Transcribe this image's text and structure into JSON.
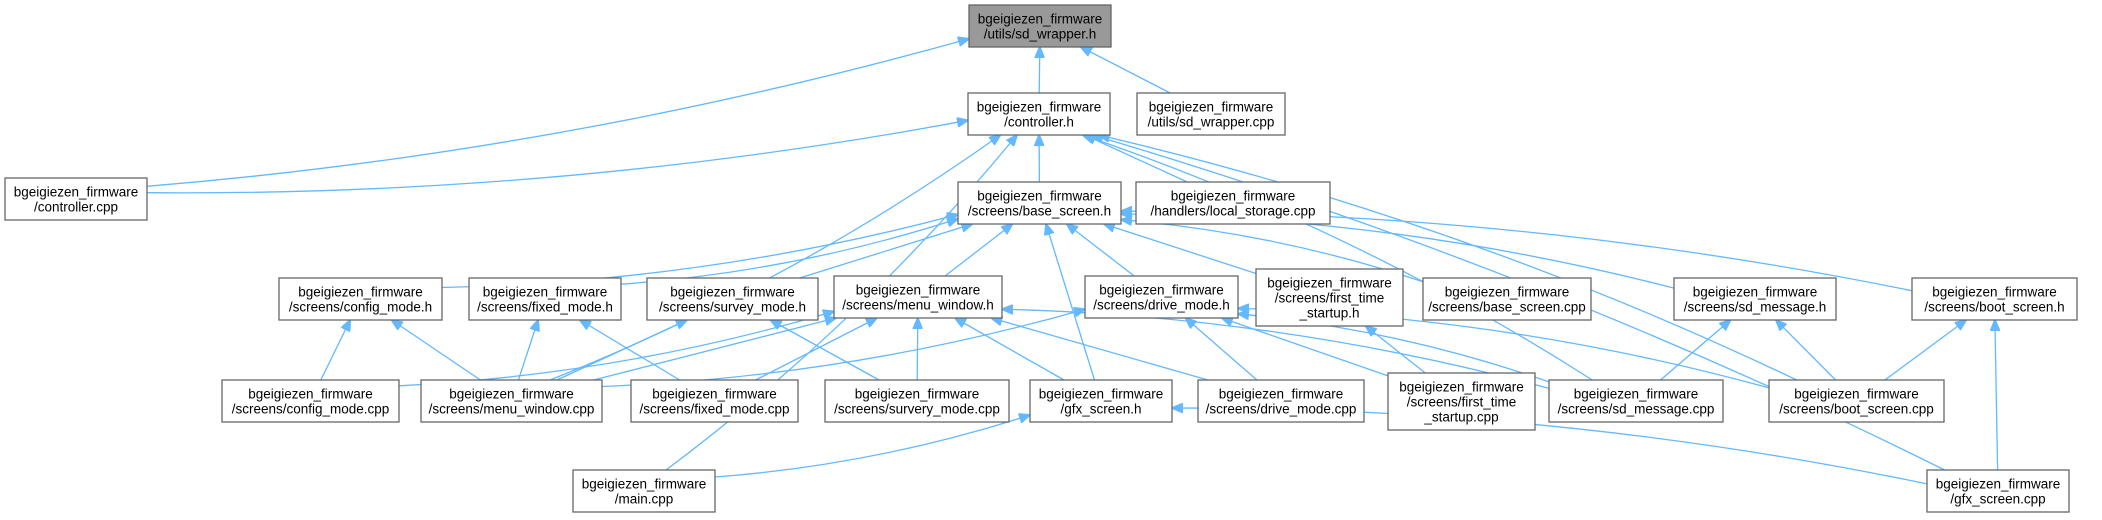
{
  "diagram": {
    "title": "",
    "style": {
      "edge_color": "#63b8ff",
      "node_border": "#666666",
      "node_fill": "#ffffff",
      "current_fill": "#999999"
    },
    "nodes": [
      {
        "id": "sd_wrapper_h",
        "lines": [
          "bgeigiezen_firmware",
          "/utils/sd_wrapper.h"
        ],
        "current": true
      },
      {
        "id": "controller_h",
        "lines": [
          "bgeigiezen_firmware",
          "/controller.h"
        ]
      },
      {
        "id": "sd_wrapper_cpp",
        "lines": [
          "bgeigiezen_firmware",
          "/utils/sd_wrapper.cpp"
        ]
      },
      {
        "id": "controller_cpp",
        "lines": [
          "bgeigiezen_firmware",
          "/controller.cpp"
        ]
      },
      {
        "id": "base_screen_h",
        "lines": [
          "bgeigiezen_firmware",
          "/screens/base_screen.h"
        ]
      },
      {
        "id": "local_storage_cpp",
        "lines": [
          "bgeigiezen_firmware",
          "/handlers/local_storage.cpp"
        ]
      },
      {
        "id": "config_mode_h",
        "lines": [
          "bgeigiezen_firmware",
          "/screens/config_mode.h"
        ]
      },
      {
        "id": "fixed_mode_h",
        "lines": [
          "bgeigiezen_firmware",
          "/screens/fixed_mode.h"
        ]
      },
      {
        "id": "survey_mode_h",
        "lines": [
          "bgeigiezen_firmware",
          "/screens/survey_mode.h"
        ]
      },
      {
        "id": "menu_window_h",
        "lines": [
          "bgeigiezen_firmware",
          "/screens/menu_window.h"
        ]
      },
      {
        "id": "drive_mode_h",
        "lines": [
          "bgeigiezen_firmware",
          "/screens/drive_mode.h"
        ]
      },
      {
        "id": "first_time_startup_h",
        "lines": [
          "bgeigiezen_firmware",
          "/screens/first_time",
          "_startup.h"
        ]
      },
      {
        "id": "base_screen_cpp",
        "lines": [
          "bgeigiezen_firmware",
          "/screens/base_screen.cpp"
        ]
      },
      {
        "id": "sd_message_h",
        "lines": [
          "bgeigiezen_firmware",
          "/screens/sd_message.h"
        ]
      },
      {
        "id": "boot_screen_h",
        "lines": [
          "bgeigiezen_firmware",
          "/screens/boot_screen.h"
        ]
      },
      {
        "id": "config_mode_cpp",
        "lines": [
          "bgeigiezen_firmware",
          "/screens/config_mode.cpp"
        ]
      },
      {
        "id": "menu_window_cpp",
        "lines": [
          "bgeigiezen_firmware",
          "/screens/menu_window.cpp"
        ]
      },
      {
        "id": "fixed_mode_cpp",
        "lines": [
          "bgeigiezen_firmware",
          "/screens/fixed_mode.cpp"
        ]
      },
      {
        "id": "survery_mode_cpp",
        "lines": [
          "bgeigiezen_firmware",
          "/screens/survery_mode.cpp"
        ]
      },
      {
        "id": "gfx_screen_h",
        "lines": [
          "bgeigiezen_firmware",
          "/gfx_screen.h"
        ]
      },
      {
        "id": "drive_mode_cpp",
        "lines": [
          "bgeigiezen_firmware",
          "/screens/drive_mode.cpp"
        ]
      },
      {
        "id": "first_time_startup_cpp",
        "lines": [
          "bgeigiezen_firmware",
          "/screens/first_time",
          "_startup.cpp"
        ]
      },
      {
        "id": "sd_message_cpp",
        "lines": [
          "bgeigiezen_firmware",
          "/screens/sd_message.cpp"
        ]
      },
      {
        "id": "boot_screen_cpp",
        "lines": [
          "bgeigiezen_firmware",
          "/screens/boot_screen.cpp"
        ]
      },
      {
        "id": "main_cpp",
        "lines": [
          "bgeigiezen_firmware",
          "/main.cpp"
        ]
      },
      {
        "id": "gfx_screen_cpp",
        "lines": [
          "bgeigiezen_firmware",
          "/gfx_screen.cpp"
        ]
      }
    ],
    "edges": [
      {
        "from": "controller_h",
        "to": "sd_wrapper_h"
      },
      {
        "from": "sd_wrapper_cpp",
        "to": "sd_wrapper_h"
      },
      {
        "from": "controller_cpp",
        "to": "sd_wrapper_h"
      },
      {
        "from": "controller_cpp",
        "to": "controller_h"
      },
      {
        "from": "base_screen_h",
        "to": "controller_h"
      },
      {
        "from": "local_storage_cpp",
        "to": "controller_h"
      },
      {
        "from": "menu_window_cpp",
        "to": "controller_h"
      },
      {
        "from": "main_cpp",
        "to": "controller_h"
      },
      {
        "from": "sd_message_cpp",
        "to": "controller_h"
      },
      {
        "from": "boot_screen_cpp",
        "to": "controller_h"
      },
      {
        "from": "gfx_screen_cpp",
        "to": "controller_h"
      },
      {
        "from": "config_mode_h",
        "to": "base_screen_h"
      },
      {
        "from": "fixed_mode_h",
        "to": "base_screen_h"
      },
      {
        "from": "survey_mode_h",
        "to": "base_screen_h"
      },
      {
        "from": "menu_window_h",
        "to": "base_screen_h"
      },
      {
        "from": "drive_mode_h",
        "to": "base_screen_h"
      },
      {
        "from": "first_time_startup_h",
        "to": "base_screen_h"
      },
      {
        "from": "base_screen_cpp",
        "to": "base_screen_h"
      },
      {
        "from": "sd_message_h",
        "to": "base_screen_h"
      },
      {
        "from": "boot_screen_h",
        "to": "base_screen_h"
      },
      {
        "from": "gfx_screen_h",
        "to": "base_screen_h"
      },
      {
        "from": "config_mode_cpp",
        "to": "config_mode_h"
      },
      {
        "from": "menu_window_cpp",
        "to": "config_mode_h"
      },
      {
        "from": "menu_window_cpp",
        "to": "fixed_mode_h"
      },
      {
        "from": "fixed_mode_cpp",
        "to": "fixed_mode_h"
      },
      {
        "from": "menu_window_cpp",
        "to": "survey_mode_h"
      },
      {
        "from": "survery_mode_cpp",
        "to": "survey_mode_h"
      },
      {
        "from": "config_mode_cpp",
        "to": "menu_window_h"
      },
      {
        "from": "menu_window_cpp",
        "to": "menu_window_h"
      },
      {
        "from": "fixed_mode_cpp",
        "to": "menu_window_h"
      },
      {
        "from": "survery_mode_cpp",
        "to": "menu_window_h"
      },
      {
        "from": "gfx_screen_h",
        "to": "menu_window_h"
      },
      {
        "from": "drive_mode_cpp",
        "to": "menu_window_h"
      },
      {
        "from": "sd_message_cpp",
        "to": "menu_window_h"
      },
      {
        "from": "menu_window_cpp",
        "to": "drive_mode_h"
      },
      {
        "from": "drive_mode_cpp",
        "to": "drive_mode_h"
      },
      {
        "from": "first_time_startup_cpp",
        "to": "drive_mode_h"
      },
      {
        "from": "sd_message_cpp",
        "to": "drive_mode_h"
      },
      {
        "from": "boot_screen_cpp",
        "to": "drive_mode_h"
      },
      {
        "from": "first_time_startup_cpp",
        "to": "first_time_startup_h"
      },
      {
        "from": "sd_message_cpp",
        "to": "sd_message_h"
      },
      {
        "from": "boot_screen_cpp",
        "to": "sd_message_h"
      },
      {
        "from": "boot_screen_cpp",
        "to": "boot_screen_h"
      },
      {
        "from": "gfx_screen_cpp",
        "to": "boot_screen_h"
      },
      {
        "from": "main_cpp",
        "to": "gfx_screen_h"
      },
      {
        "from": "gfx_screen_cpp",
        "to": "gfx_screen_h"
      }
    ]
  }
}
